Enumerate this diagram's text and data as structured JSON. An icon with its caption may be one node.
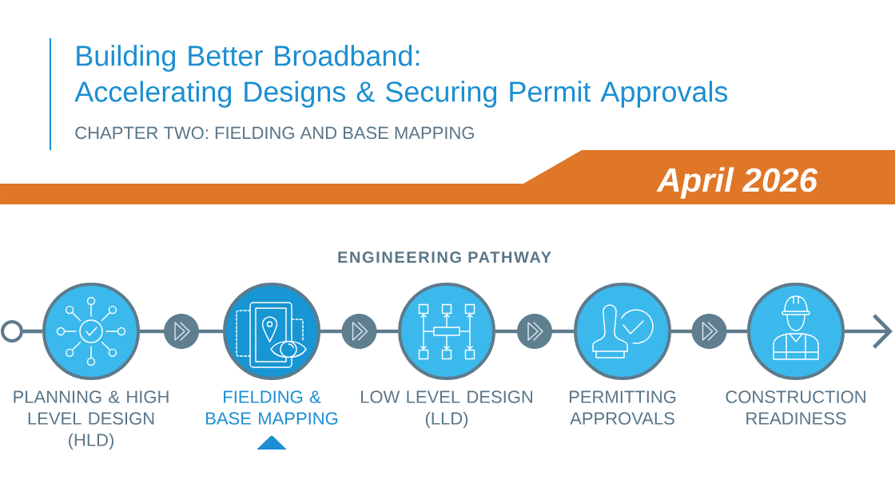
{
  "diagram": {
    "title": "Building Better Broadband: Accelerating Designs & Securing Permit Approvals",
    "nodes": [
      {
        "text": [
          "April 2026"
        ]
      },
      {
        "text": [],
        "shape": "circle"
      },
      {
        "text": [
          "PLANNING & HIGH LEVEL DESIGN (HLD)"
        ]
      },
      {
        "text": [
          "FIELDING & BASE MAPPING"
        ]
      },
      {
        "text": [
          "LOW LEVEL DESIGN (LLD)"
        ]
      },
      {
        "text": [
          "PERMITTING APPROVALS"
        ]
      },
      {
        "text": [
          "CONSTRUCTION READINESS"
        ]
      }
    ],
    "edges": [
      {
        "from": 1,
        "to": 2,
        "arrow": "none"
      },
      {
        "from": 2,
        "to": 3,
        "arrow": "to"
      },
      {
        "from": 3,
        "to": 4,
        "arrow": "to"
      },
      {
        "from": 4,
        "to": 5,
        "arrow": "to"
      },
      {
        "from": 5,
        "to": 6,
        "arrow": "to"
      },
      {
        "from": 6,
        "to": null,
        "arrow": "to"
      }
    ],
    "labels": [
      "CHAPTER TWO: FIELDING AND BASE MAPPING",
      "ENGINEERING PATHWAY"
    ]
  }
}
